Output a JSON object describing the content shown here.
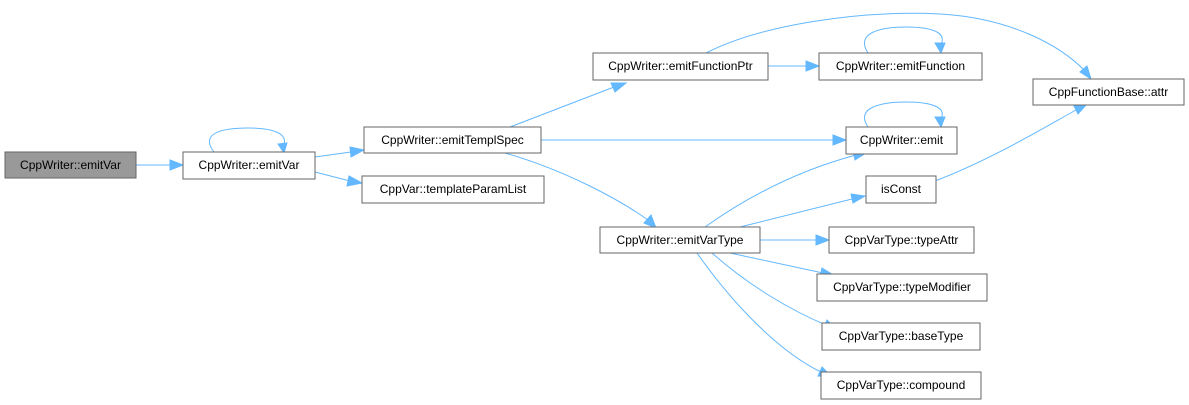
{
  "graph": {
    "edge_color": "#63b8ff",
    "node_border_color": "#666666",
    "root_fill_color": "#999999",
    "nodes": {
      "emitVar_root": "CppWriter::emitVar",
      "emitVar": "CppWriter::emitVar",
      "emitTemplSpec": "CppWriter::emitTemplSpec",
      "templateParamList": "CppVar::templateParamList",
      "emitFunctionPtr": "CppWriter::emitFunctionPtr",
      "emitFunction": "CppWriter::emitFunction",
      "attr": "CppFunctionBase::attr",
      "emit": "CppWriter::emit",
      "isConst": "isConst",
      "emitVarType": "CppWriter::emitVarType",
      "typeAttr": "CppVarType::typeAttr",
      "typeModifier": "CppVarType::typeModifier",
      "baseType": "CppVarType::baseType",
      "compound": "CppVarType::compound"
    },
    "edges": [
      [
        "emitVar_root",
        "emitVar"
      ],
      [
        "emitVar",
        "emitVar"
      ],
      [
        "emitVar",
        "emitTemplSpec"
      ],
      [
        "emitVar",
        "templateParamList"
      ],
      [
        "emitTemplSpec",
        "emitFunctionPtr"
      ],
      [
        "emitTemplSpec",
        "emit"
      ],
      [
        "emitTemplSpec",
        "emitVarType"
      ],
      [
        "emitFunctionPtr",
        "emitFunction"
      ],
      [
        "emitFunctionPtr",
        "attr"
      ],
      [
        "emitFunction",
        "emitFunction"
      ],
      [
        "emit",
        "emit"
      ],
      [
        "isConst",
        "attr"
      ],
      [
        "emitVarType",
        "emit"
      ],
      [
        "emitVarType",
        "isConst"
      ],
      [
        "emitVarType",
        "typeAttr"
      ],
      [
        "emitVarType",
        "typeModifier"
      ],
      [
        "emitVarType",
        "baseType"
      ],
      [
        "emitVarType",
        "compound"
      ]
    ]
  }
}
